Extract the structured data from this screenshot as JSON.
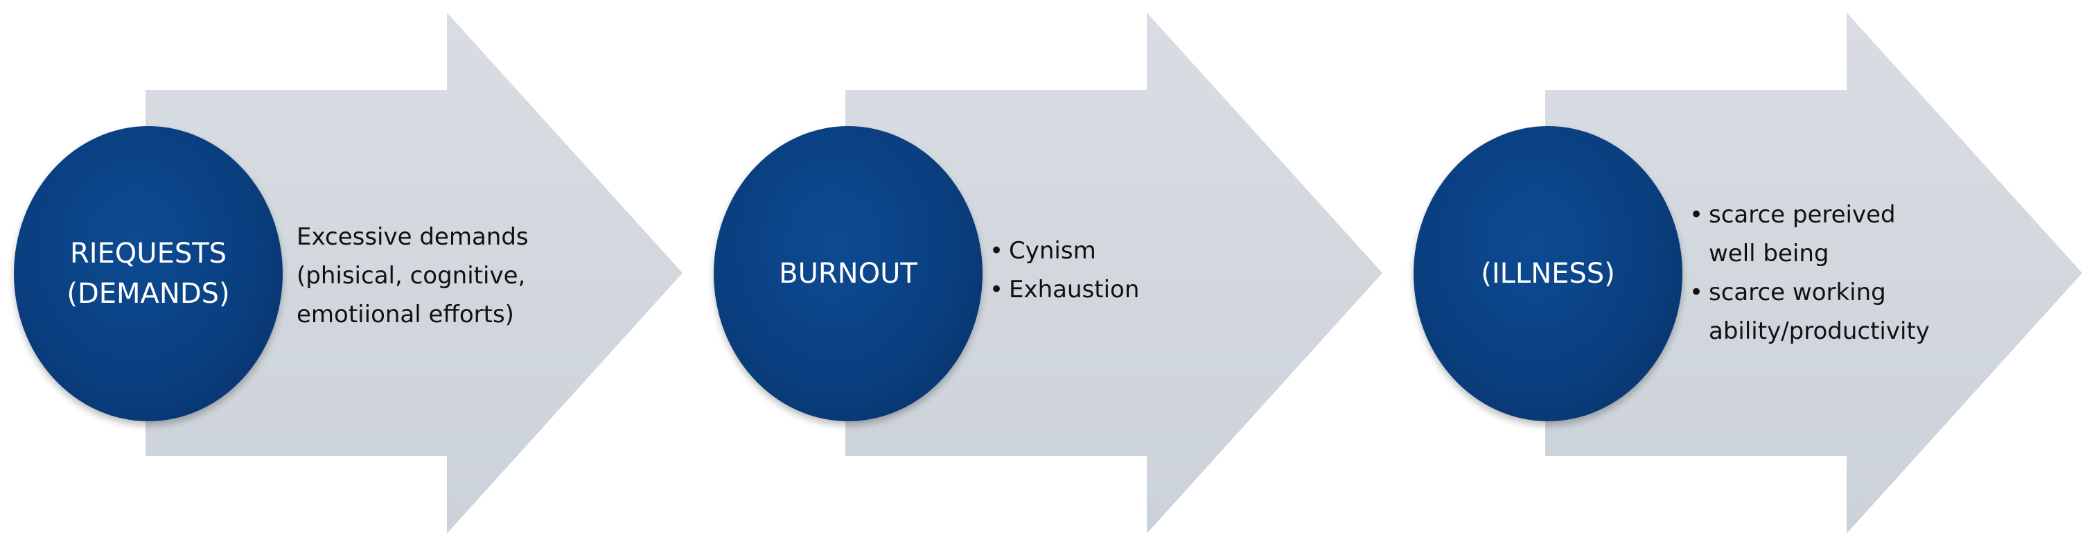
{
  "colors": {
    "arrow_fill": "#d3d8df",
    "circle_fill": "#0a3f80",
    "circle_text": "#ffffff",
    "body_text": "#111111"
  },
  "steps": [
    {
      "circle_label": "RIEQUESTS\n(DEMANDS)",
      "description": "Excessive demands\n(phisical, cognitive,\nemotiional efforts)",
      "bullets": []
    },
    {
      "circle_label": "BURNOUT",
      "description": "",
      "bullets": [
        "Cynism",
        "Exhaustion"
      ]
    },
    {
      "circle_label": "(ILLNESS)",
      "description": "",
      "bullets": [
        "scarce pereived\nwell being",
        "scarce working\nability/productivity"
      ]
    }
  ]
}
